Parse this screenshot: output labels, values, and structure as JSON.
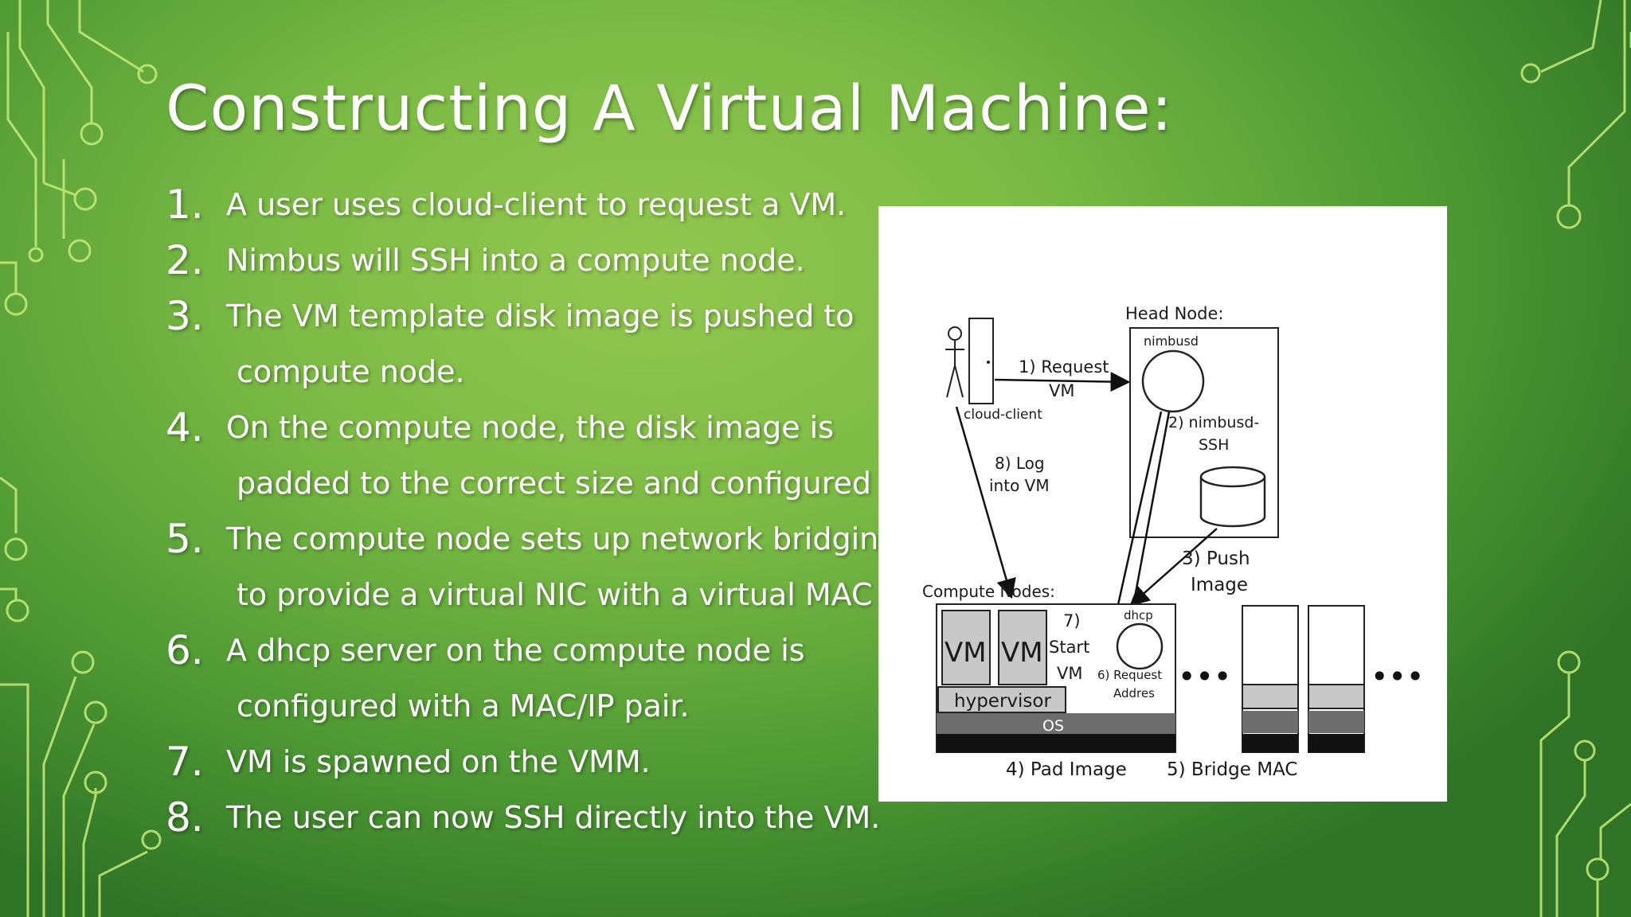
{
  "slide": {
    "title": "Constructing A Virtual Machine:",
    "steps": [
      {
        "number": "1.",
        "lines": [
          "A user uses cloud-client to request a VM."
        ]
      },
      {
        "number": "2.",
        "lines": [
          "Nimbus will SSH into a compute node."
        ]
      },
      {
        "number": "3.",
        "lines": [
          "The VM template disk image is pushed to",
          "compute node."
        ]
      },
      {
        "number": "4.",
        "lines": [
          "On the compute node, the disk image is",
          "padded to the correct size and configured"
        ]
      },
      {
        "number": "5.",
        "lines": [
          "The compute node sets up network bridging",
          "to provide a virtual NIC with a virtual MAC"
        ]
      },
      {
        "number": "6.",
        "lines": [
          "A dhcp server on the compute node is",
          "configured with a MAC/IP pair."
        ]
      },
      {
        "number": "7.",
        "lines": [
          "VM is spawned on the VMM."
        ]
      },
      {
        "number": "8.",
        "lines": [
          "The user can now SSH directly into the VM."
        ]
      }
    ]
  },
  "diagram": {
    "head_node_label": "Head Node:",
    "nimbusd_label": "nimbusd",
    "request_vm_label_1": "1) Request",
    "request_vm_label_2": "VM",
    "cloud_client_label": "cloud-client",
    "nimbusd_ssh_label_1": "2) nimbusd-",
    "nimbusd_ssh_label_2": "SSH",
    "log_into_vm_label_1": "8) Log",
    "log_into_vm_label_2": "into VM",
    "push_image_label_1": "3) Push",
    "push_image_label_2": "Image",
    "compute_nodes_label": "Compute Nodes:",
    "vm_label_1": "VM",
    "vm_label_2": "VM",
    "start_vm_label_1": "7)",
    "start_vm_label_2": "Start",
    "start_vm_label_3": "VM",
    "dhcp_label": "dhcp",
    "request_address_label_1": "6) Request",
    "request_address_label_2": "Addres",
    "hypervisor_label": "hypervisor",
    "os_label": "OS",
    "pad_image_label": "4) Pad Image",
    "bridge_mac_label": "5) Bridge MAC",
    "ellipsis_1": "•••",
    "ellipsis_2": "•••"
  },
  "colors": {
    "background_light": "#92c74f",
    "background_dark": "#2f7426",
    "circuit_line": "#c8ec7a",
    "text": "#ffffff"
  }
}
